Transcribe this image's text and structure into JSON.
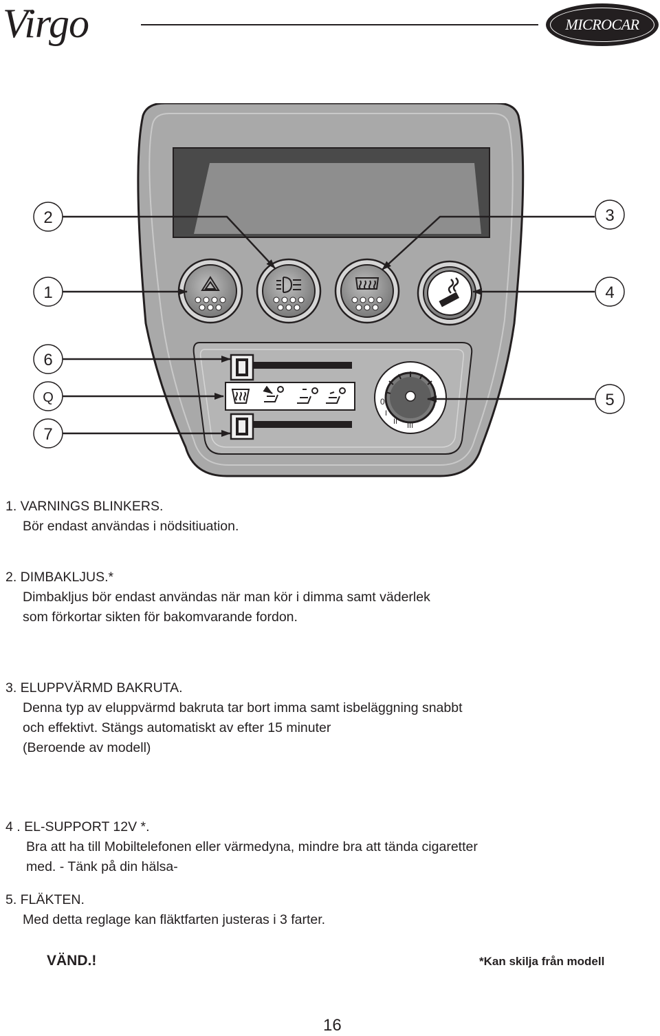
{
  "header": {
    "logo_text": "Virgo",
    "brand_badge": "MICROCAR"
  },
  "diagram": {
    "callouts": {
      "c1": "1",
      "c2": "2",
      "c3": "3",
      "c4": "4",
      "c5": "5",
      "c6": "6",
      "cQ": "Q",
      "c7": "7"
    },
    "buttons": [
      {
        "id": 1,
        "icon": "warning-triangle-icon"
      },
      {
        "id": 2,
        "icon": "rear-fog-light-icon"
      },
      {
        "id": 3,
        "icon": "heated-rear-window-icon"
      },
      {
        "id": 4,
        "icon": "cigarette-lighter-icon"
      }
    ],
    "fan_dial_labels": {
      "off": "0",
      "speed1": "I",
      "speed2": "II",
      "speed3": "III"
    }
  },
  "sections": [
    {
      "heading": "1. VARNINGS BLINKERS.",
      "lines": [
        "Bör endast användas i nödsitiuation."
      ]
    },
    {
      "heading": "2. DIMBAKLJUS.*",
      "lines": [
        "Dimbakljus bör endast användas när man kör i dimma samt väderlek",
        "som förkortar sikten för bakomvarande fordon."
      ]
    },
    {
      "heading": "3. ELUPPVÄRMD BAKRUTA.",
      "lines": [
        "Denna typ av eluppvärmd bakruta tar bort imma samt isbeläggning snabbt",
        "och effektivt. Stängs automatiskt av efter 15 minuter",
        "(Beroende av modell)"
      ]
    },
    {
      "heading": "4 . EL-SUPPORT 12V *.",
      "lines": [
        "Bra att ha till Mobiltelefonen eller värmedyna, mindre bra att tända cigaretter",
        "med. - Tänk på din hälsa-"
      ]
    },
    {
      "heading": "5. FLÄKTEN.",
      "lines": [
        "Med detta reglage kan fläktfarten justeras i 3 farter."
      ]
    }
  ],
  "footer": {
    "turn_page": "VÄND.!",
    "model_note": "*Kan skilja från modell",
    "page_number": "16"
  }
}
